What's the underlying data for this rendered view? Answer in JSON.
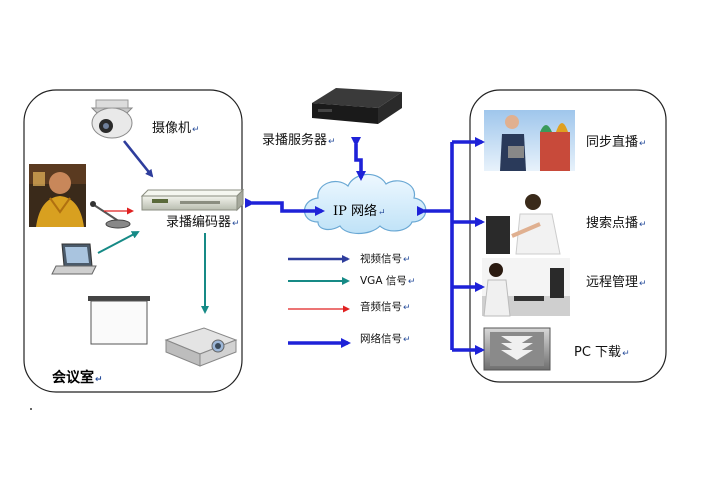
{
  "meeting_room": {
    "title": "会议室",
    "camera_label": "摄像机",
    "encoder_label": "录播编码器"
  },
  "server": {
    "label": "录播服务器"
  },
  "network": {
    "label": "IP 网络"
  },
  "legend": {
    "items": [
      {
        "label": "视频信号",
        "color": "#2e3d9c"
      },
      {
        "label": "VGA 信号",
        "color": "#168a86"
      },
      {
        "label": "音频信号",
        "color": "#e02020"
      },
      {
        "label": "网络信号",
        "color": "#1e22d8"
      }
    ]
  },
  "services": {
    "items": [
      {
        "label": "同步直播"
      },
      {
        "label": "搜索点播"
      },
      {
        "label": "远程管理"
      },
      {
        "label": "PC 下载"
      }
    ]
  },
  "return_mark": "↵"
}
